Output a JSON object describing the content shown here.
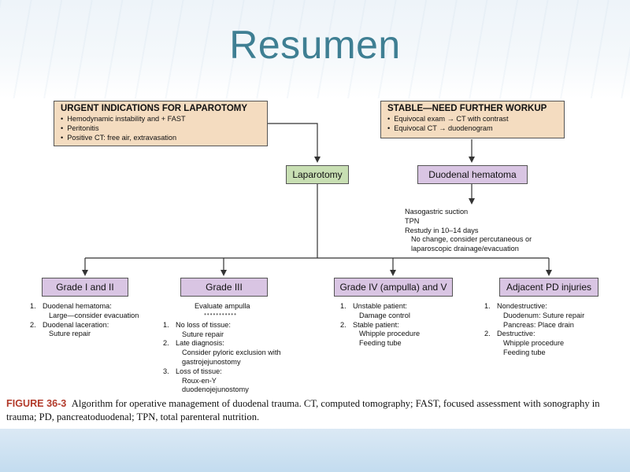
{
  "title": "Resumen",
  "urgent": {
    "heading": "URGENT INDICATIONS FOR LAPAROTOMY",
    "items": [
      "Hemodynamic instability and + FAST",
      "Peritonitis",
      "Positive CT: free air, extravasation"
    ]
  },
  "stable": {
    "heading": "STABLE—NEED FURTHER WORKUP",
    "items": [
      "Equivocal exam → CT with contrast",
      "Equivocal CT → duodenogram"
    ]
  },
  "laparotomy": "Laparotomy",
  "hematoma": {
    "label": "Duodenal hematoma",
    "notes": [
      "Nasogastric suction",
      "TPN",
      "Restudy in 10–14 days"
    ],
    "subnotes": [
      "No change, consider percutaneous or",
      "laparoscopic drainage/evacuation"
    ]
  },
  "grade12": {
    "label": "Grade I and II",
    "items": [
      {
        "num": "1.",
        "text": "Duodenal hematoma:",
        "sub": [
          "Large—consider evacuation"
        ]
      },
      {
        "num": "2.",
        "text": "Duodenal laceration:",
        "sub": [
          "Suture repair"
        ]
      }
    ]
  },
  "grade3": {
    "label": "Grade III",
    "heading": "Evaluate ampulla",
    "items": [
      {
        "num": "1.",
        "text": "No loss of tissue:",
        "sub": [
          "Suture repair"
        ]
      },
      {
        "num": "2.",
        "text": "Late diagnosis:",
        "sub": [
          "Consider pyloric exclusion with",
          "gastrojejunostomy"
        ]
      },
      {
        "num": "3.",
        "text": "Loss of tissue:",
        "sub": [
          "Roux-en-Y",
          "duodenojejunostomy"
        ]
      }
    ]
  },
  "grade45": {
    "label": "Grade IV (ampulla) and V",
    "items": [
      {
        "num": "1.",
        "text": "Unstable patient:",
        "sub": [
          "Damage control"
        ]
      },
      {
        "num": "2.",
        "text": "Stable patient:",
        "sub": [
          "Whipple procedure",
          "Feeding tube"
        ]
      }
    ]
  },
  "adjacent": {
    "label": "Adjacent PD injuries",
    "items": [
      {
        "num": "1.",
        "text": "Nondestructive:",
        "sub": [
          "Duodenum: Suture repair",
          "Pancreas: Place drain"
        ]
      },
      {
        "num": "2.",
        "text": "Destructive:",
        "sub": [
          "Whipple procedure",
          "Feeding tube"
        ]
      }
    ]
  },
  "caption": {
    "figure": "FIGURE 36-3",
    "text": "Algorithm for operative management of duodenal trauma. CT, computed tomography; FAST, focused assessment with sonography in trauma; PD, pancreatoduodenal; TPN, total parenteral nutrition."
  },
  "colors": {
    "orange_box": "#f4dcc0",
    "green_box": "#c8dfb3",
    "purple_box": "#d9c5e3",
    "title": "#3f7f93",
    "figure_label": "#b23a2a"
  }
}
